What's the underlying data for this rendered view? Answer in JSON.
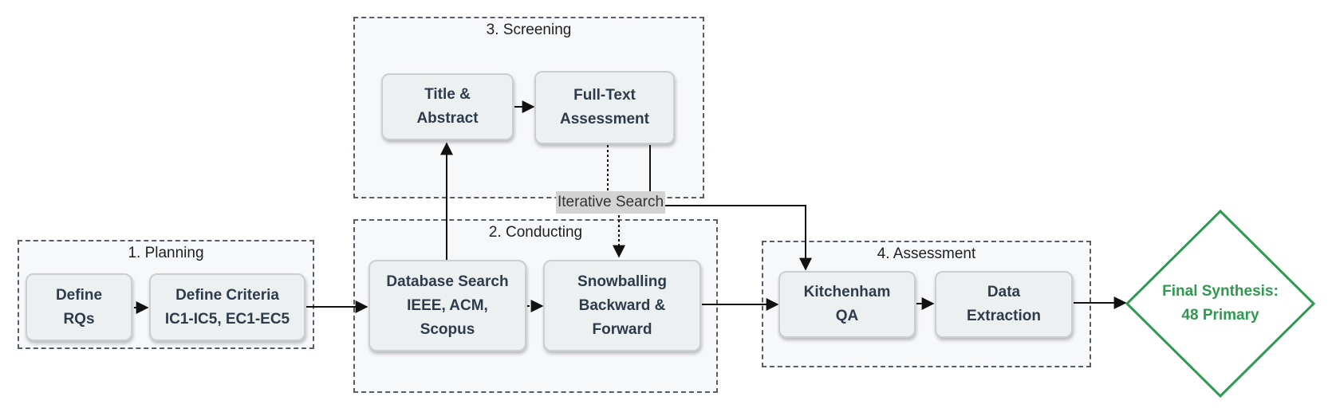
{
  "groups": {
    "planning": "1. Planning",
    "conducting": "2. Conducting",
    "screening": "3. Screening",
    "assessment": "4. Assessment"
  },
  "nodes": {
    "define_rqs": [
      "Define",
      "RQs"
    ],
    "define_criteria": [
      "Define Criteria",
      "IC1-IC5, EC1-EC5"
    ],
    "database_search": [
      "Database Search",
      "IEEE, ACM,",
      "Scopus"
    ],
    "snowballing": [
      "Snowballing",
      "Backward &",
      "Forward"
    ],
    "title_abstract": [
      "Title &",
      "Abstract"
    ],
    "full_text": [
      "Full-Text",
      "Assessment"
    ],
    "kitchenham_qa": [
      "Kitchenham",
      "QA"
    ],
    "data_extraction": [
      "Data",
      "Extraction"
    ],
    "final_synthesis": [
      "Final Synthesis:",
      "48 Primary"
    ]
  },
  "edge_labels": {
    "iterative_search": "Iterative Search"
  },
  "colors": {
    "final_stroke": "#2e9a4f",
    "node_fill": "#edf0f1",
    "group_border": "#555d66"
  }
}
